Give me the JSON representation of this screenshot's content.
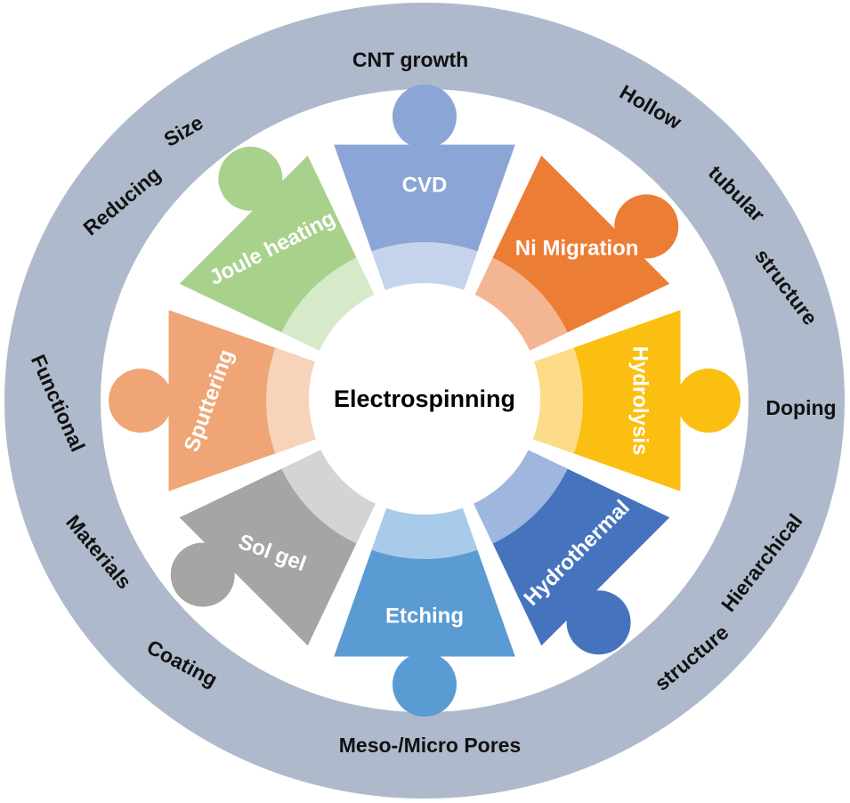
{
  "center": {
    "label": "Electrospinning"
  },
  "colors": {
    "ring": "#aebacb",
    "background": "#ffffff"
  },
  "segments": [
    {
      "label": "CVD",
      "dark": "#8aa5d6",
      "light": "#c5d3ec"
    },
    {
      "label": "Ni Migration",
      "dark": "#ec7d35",
      "light": "#f4b692"
    },
    {
      "label": "Hydrolysis",
      "dark": "#fbbf12",
      "light": "#fcdc88"
    },
    {
      "label": "Hydrothermal",
      "dark": "#4673bd",
      "light": "#9fb6df"
    },
    {
      "label": "Etching",
      "dark": "#5a9bd3",
      "light": "#a9cbea"
    },
    {
      "label": "Sol gel",
      "dark": "#a5a5a5",
      "light": "#d4d4d4"
    },
    {
      "label": "Sputtering",
      "dark": "#efa575",
      "light": "#f7d3bb"
    },
    {
      "label": "Joule heating",
      "dark": "#a8d18c",
      "light": "#d6e9c9"
    }
  ],
  "ring_labels": [
    {
      "text": "CNT growth"
    },
    {
      "text": "Hollow"
    },
    {
      "text": "tubular"
    },
    {
      "text": "structure"
    },
    {
      "text": "Doping"
    },
    {
      "text": "Hierarchical"
    },
    {
      "text": "structure"
    },
    {
      "text": "Meso-/Micro Pores"
    },
    {
      "text": "Coating"
    },
    {
      "text": "Materials"
    },
    {
      "text": "Functional"
    },
    {
      "text": "Reducing"
    },
    {
      "text": "Size"
    }
  ]
}
